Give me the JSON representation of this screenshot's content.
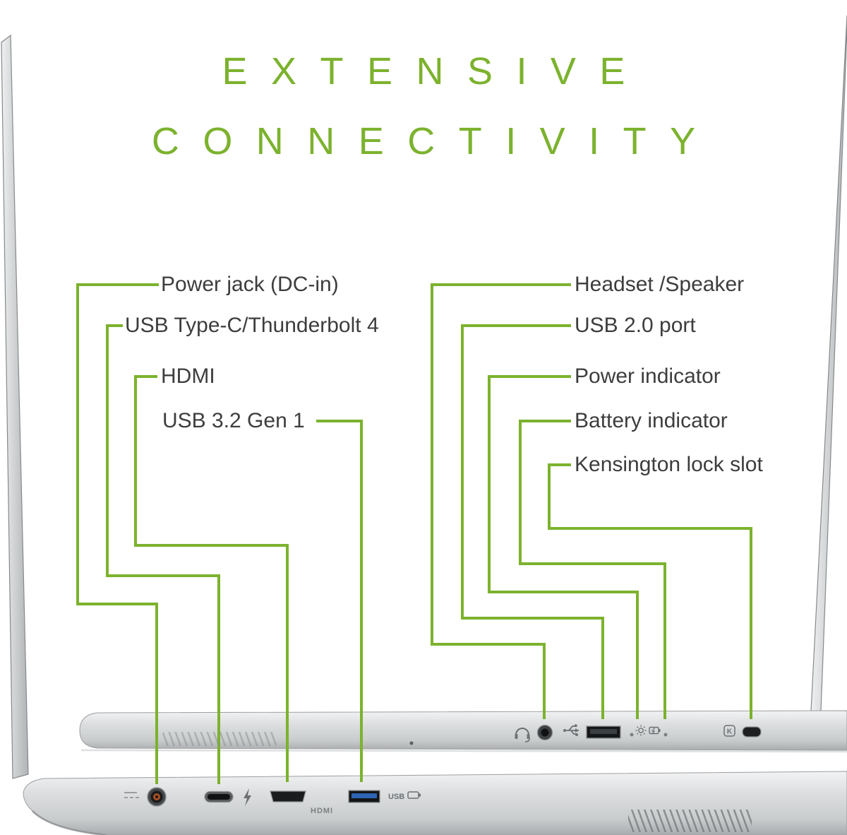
{
  "title": {
    "line1": "EXTENSIVE",
    "line2": "CONNECTIVITY"
  },
  "colors": {
    "accent_green": "#7cb22e",
    "label_text": "#3d3d3d",
    "laptop_silver": "#d8dadc"
  },
  "left_ports": [
    {
      "label": "Power jack (DC-in)"
    },
    {
      "label": "USB Type-C/Thunderbolt 4"
    },
    {
      "label": "HDMI"
    },
    {
      "label": "USB 3.2 Gen 1"
    }
  ],
  "right_ports": [
    {
      "label": "Headset /Speaker"
    },
    {
      "label": "USB 2.0 port"
    },
    {
      "label": "Power indicator"
    },
    {
      "label": "Battery indicator"
    },
    {
      "label": "Kensington lock slot"
    }
  ],
  "laptop_markings": {
    "hdmi": "HDMI",
    "usb": "USB",
    "kensington": "K"
  },
  "icons": {
    "thunderbolt": "thunderbolt-icon",
    "dc_in": "dc-in-icon",
    "usb_charge": "usb-battery-icon",
    "headset": "headset-icon",
    "usb_trident": "usb-trident-icon",
    "power_indicator": "sun-icon",
    "battery_indicator": "battery-icon",
    "kensington": "kensington-k-icon"
  }
}
